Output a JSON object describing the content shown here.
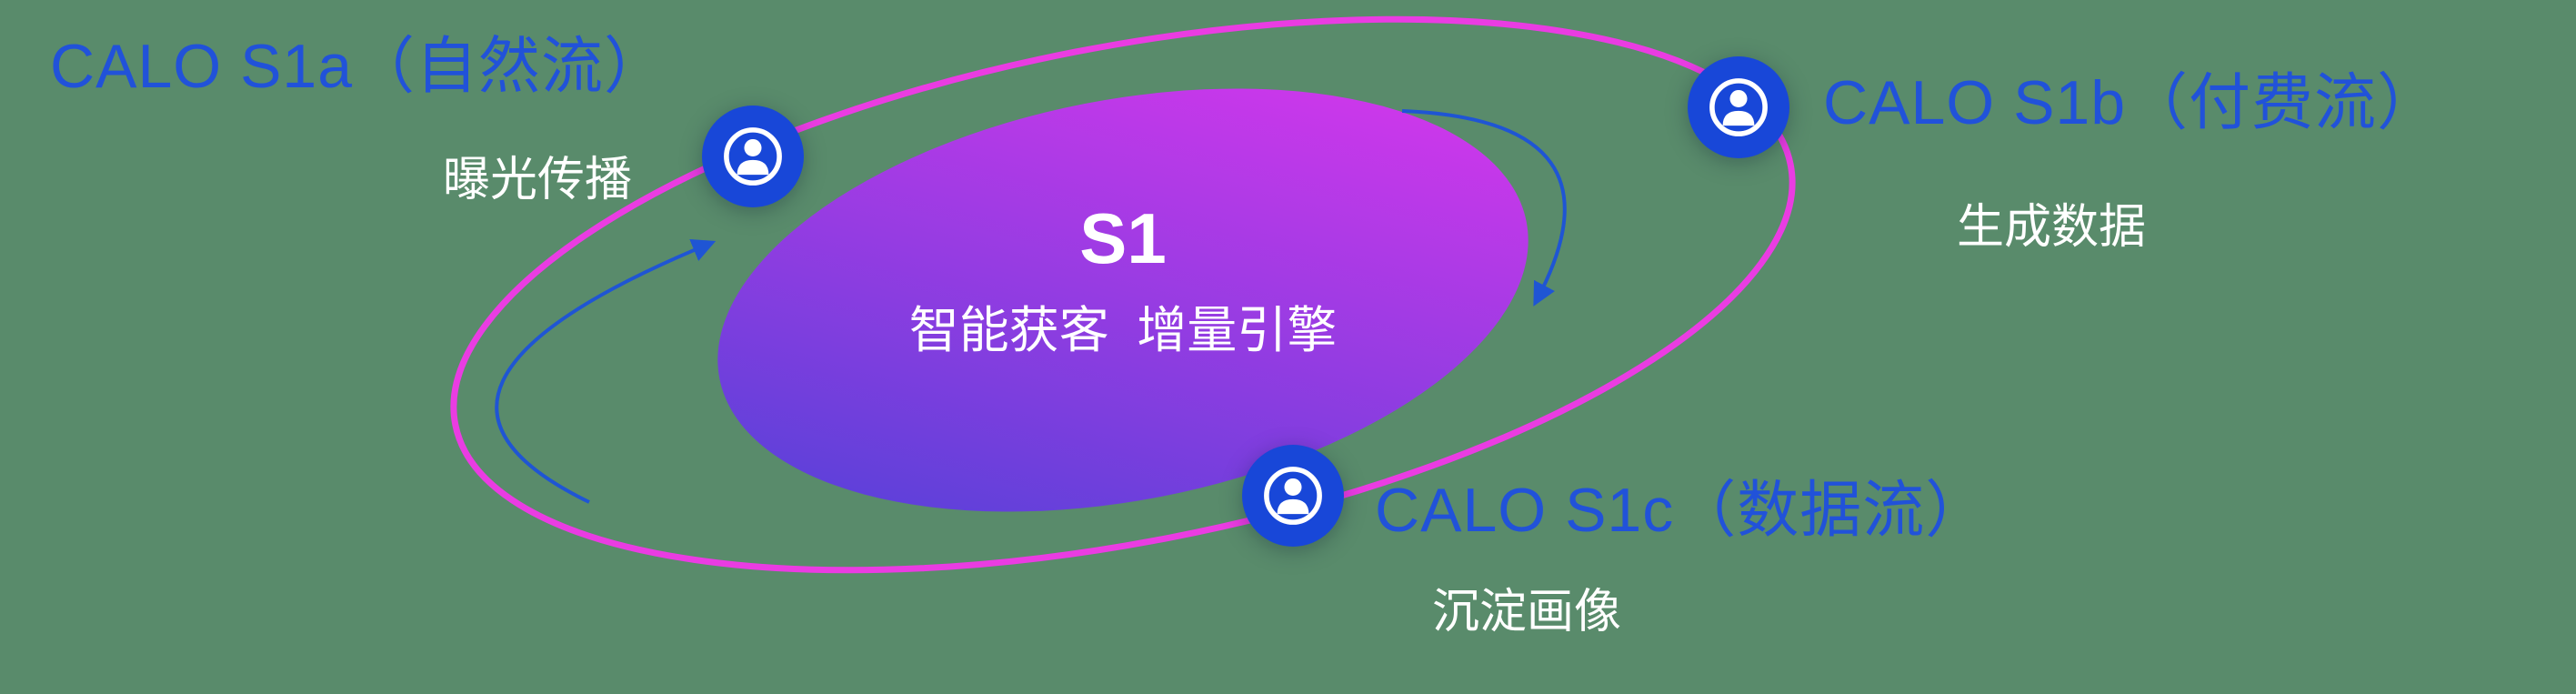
{
  "colors": {
    "bg": "#598b6b",
    "accent_blue": "#2152d9",
    "ring_magenta": "#ea3ce2",
    "gradient_start": "#4a42d6",
    "gradient_end": "#e136ee",
    "node_blue": "#1847d8",
    "arrow_blue": "#1f55d4",
    "text_white": "#ffffff"
  },
  "center": {
    "title": "S1",
    "subtitle": "智能获客  增量引擎"
  },
  "nodes": {
    "s1a": {
      "title": "CALO S1a（自然流）",
      "subtitle": "曝光传播"
    },
    "s1b": {
      "title": "CALO S1b（付费流）",
      "subtitle": "生成数据"
    },
    "s1c": {
      "title": "CALO S1c（数据流）",
      "subtitle": "沉淀画像"
    }
  },
  "icons": {
    "node_icon": "user-in-circle"
  }
}
